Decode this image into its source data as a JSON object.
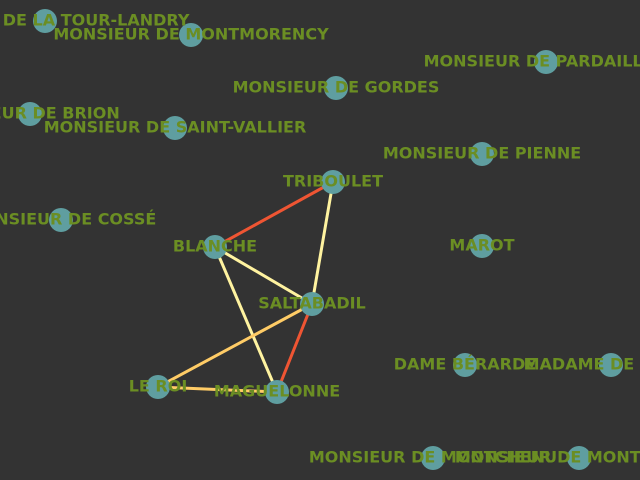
{
  "colors": {
    "background": "#333333",
    "node_fill": "#5f9ea0",
    "label_color": "#6b8e23",
    "edge_red": "#ef5533",
    "edge_yellow": "#fff3a0",
    "edge_orange": "#ffcc66"
  },
  "nodes": [
    {
      "id": "tour_landry",
      "label": "MONSIEUR DE LA TOUR-LANDRY"
    },
    {
      "id": "montmorency",
      "label": "MONSIEUR DE MONTMORENCY"
    },
    {
      "id": "pardaillan",
      "label": "MONSIEUR DE PARDAILLAN"
    },
    {
      "id": "gordes",
      "label": "MONSIEUR DE GORDES"
    },
    {
      "id": "brion",
      "label": "MONSIEUR DE BRION"
    },
    {
      "id": "saint_vallier",
      "label": "MONSIEUR DE SAINT-VALLIER"
    },
    {
      "id": "pienne",
      "label": "MONSIEUR DE PIENNE"
    },
    {
      "id": "triboulet",
      "label": "TRIBOULET"
    },
    {
      "id": "cosse",
      "label": "MONSIEUR DE COSSÉ"
    },
    {
      "id": "blanche",
      "label": "BLANCHE"
    },
    {
      "id": "marot",
      "label": "MAROT"
    },
    {
      "id": "saltabadil",
      "label": "SALTABADIL"
    },
    {
      "id": "berarde",
      "label": "DAME BÉRARDE"
    },
    {
      "id": "madame",
      "label": "MADAME DE COSSÉ"
    },
    {
      "id": "le_roi",
      "label": "LE ROI"
    },
    {
      "id": "maguelonne",
      "label": "MAGUELONNE"
    },
    {
      "id": "monsieur_1",
      "label": "MONSIEUR DE MONTCHENU"
    },
    {
      "id": "monsieur_2",
      "label": "MONSIEUR DE MONTCHENU"
    }
  ],
  "edges": [
    {
      "source": "blanche",
      "target": "triboulet",
      "color": "red"
    },
    {
      "source": "triboulet",
      "target": "saltabadil",
      "color": "yellow"
    },
    {
      "source": "blanche",
      "target": "saltabadil",
      "color": "yellow"
    },
    {
      "source": "blanche",
      "target": "maguelonne",
      "color": "yellow"
    },
    {
      "source": "saltabadil",
      "target": "le_roi",
      "color": "orange"
    },
    {
      "source": "saltabadil",
      "target": "maguelonne",
      "color": "red"
    },
    {
      "source": "le_roi",
      "target": "maguelonne",
      "color": "orange"
    }
  ]
}
